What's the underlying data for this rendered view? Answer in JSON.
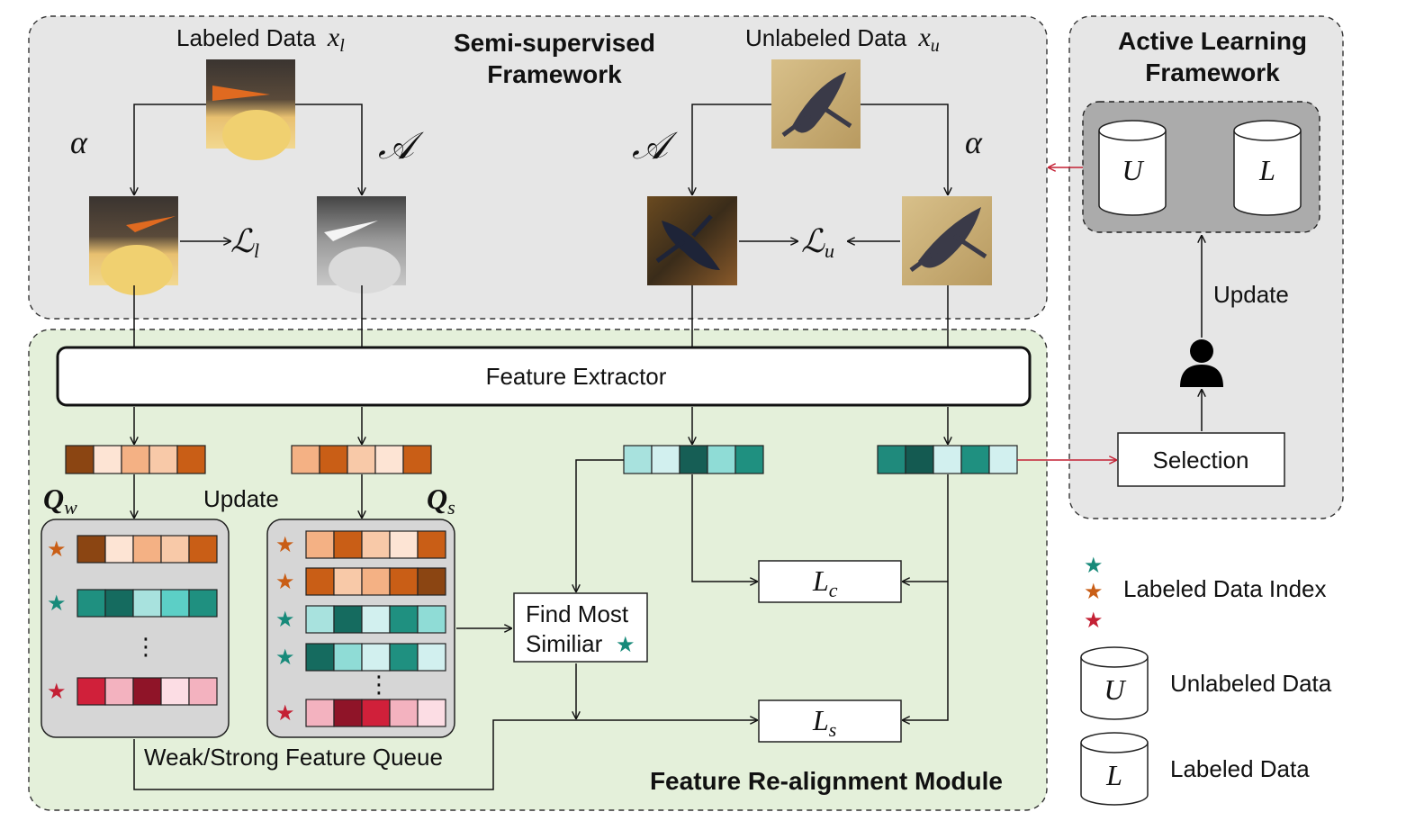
{
  "colors": {
    "ssl_panel": "#e6e6e6",
    "frm_panel": "#e4f0da",
    "al_panel": "#e6e6e6",
    "queue_box": "#d6d6d6",
    "al_inner": "#ababab",
    "teal": "#178a7a",
    "orange": "#c95e16",
    "red": "#c42034",
    "arrow_red": "#c42034"
  },
  "ssl": {
    "title_line1": "Semi-supervised",
    "title_line2": "Framework",
    "labeled_label": "Labeled Data",
    "labeled_var": "x",
    "labeled_sub": "l",
    "unlabeled_label": "Unlabeled Data",
    "unlabeled_var": "x",
    "unlabeled_sub": "u",
    "weak_aug": "α",
    "strong_aug": "𝒜",
    "loss_l_main": "ℒ",
    "loss_l_sub": "l",
    "loss_u_main": "ℒ",
    "loss_u_sub": "u"
  },
  "frm": {
    "title": "Feature Re-alignment Module",
    "extractor": "Feature Extractor",
    "qw_main": "Q",
    "qw_sub": "w",
    "qs_main": "Q",
    "qs_sub": "s",
    "update": "Update",
    "queue_caption": "Weak/Strong Feature Queue",
    "dots": "⋮",
    "find_line1": "Find Most",
    "find_line2": "Similiar",
    "lc_main": "L",
    "lc_sub": "c",
    "ls_main": "L",
    "ls_sub": "s"
  },
  "al": {
    "title_line1": "Active Learning",
    "title_line2": "Framework",
    "u": "U",
    "l": "L",
    "update": "Update",
    "selection": "Selection"
  },
  "legend": {
    "index": "Labeled Data Index",
    "u_letter": "U",
    "u_label": "Unlabeled Data",
    "l_letter": "L",
    "l_label": "Labeled Data"
  },
  "feature_vectors": {
    "weak_labeled": [
      "#8b4512",
      "#fde4d4",
      "#f4b184",
      "#f8c9a8",
      "#c95e16"
    ],
    "strong_labeled": [
      "#f4b184",
      "#c95e16",
      "#f8c9a8",
      "#fde4d4",
      "#c95e16"
    ],
    "strong_unlabeled": [
      "#a8e2de",
      "#d2f0ef",
      "#165e55",
      "#8fdcd6",
      "#1f9080"
    ],
    "weak_unlabeled": [
      "#1f8a7c",
      "#145a51",
      "#d2f0ef",
      "#1f9080",
      "#d2f0ef"
    ]
  },
  "queue_w": [
    {
      "star": "#c95e16",
      "colors": [
        "#8b4512",
        "#fde4d4",
        "#f4b184",
        "#f8c9a8",
        "#c95e16"
      ]
    },
    {
      "star": "#178a7a",
      "colors": [
        "#1f9080",
        "#156b5f",
        "#a8e2de",
        "#5ccfc6",
        "#1f9080"
      ]
    },
    {
      "star": "#c42034",
      "colors": [
        "#d0203a",
        "#f3b2bf",
        "#8f1428",
        "#fcdde4",
        "#f3b2bf"
      ]
    }
  ],
  "queue_s": [
    {
      "star": "#c95e16",
      "colors": [
        "#f4b184",
        "#c95e16",
        "#f8c9a8",
        "#fde4d4",
        "#c95e16"
      ]
    },
    {
      "star": "#c95e16",
      "colors": [
        "#c95e16",
        "#f8c9a8",
        "#f4b184",
        "#c95e16",
        "#8b4512"
      ]
    },
    {
      "star": "#178a7a",
      "colors": [
        "#a8e2de",
        "#156b5f",
        "#d2f0ef",
        "#1f9080",
        "#8fdcd6"
      ]
    },
    {
      "star": "#178a7a",
      "colors": [
        "#156b5f",
        "#8fdcd6",
        "#d2f0ef",
        "#1f9080",
        "#d2f0ef"
      ]
    },
    {
      "star": "#c42034",
      "colors": [
        "#f3b2bf",
        "#8f1428",
        "#d0203a",
        "#f3b2bf",
        "#fcdde4"
      ]
    }
  ]
}
